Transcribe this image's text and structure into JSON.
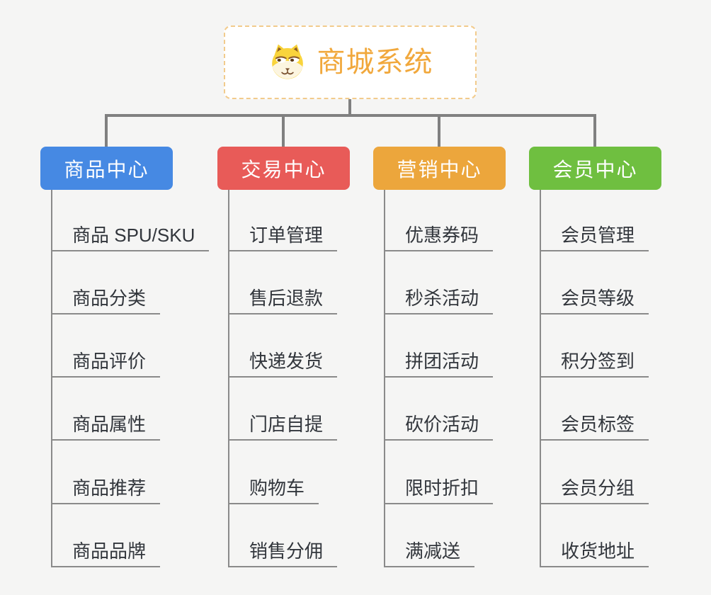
{
  "page": {
    "background": "#F5F5F4",
    "connector_color": "#808080"
  },
  "root": {
    "title": "商城系统",
    "icon": "dog-face-icon",
    "title_color": "#F1A83C",
    "border_color": "#F2CB8C"
  },
  "branches": [
    {
      "id": "product-center",
      "label": "商品中心",
      "color": "#4689E3",
      "items": [
        "商品 SPU/SKU",
        "商品分类",
        "商品评价",
        "商品属性",
        "商品推荐",
        "商品品牌"
      ]
    },
    {
      "id": "trade-center",
      "label": "交易中心",
      "color": "#E85B58",
      "items": [
        "订单管理",
        "售后退款",
        "快递发货",
        "门店自提",
        "购物车",
        "销售分佣"
      ]
    },
    {
      "id": "marketing-center",
      "label": "营销中心",
      "color": "#ECA63C",
      "items": [
        "优惠券码",
        "秒杀活动",
        "拼团活动",
        "砍价活动",
        "限时折扣",
        "满减送"
      ]
    },
    {
      "id": "member-center",
      "label": "会员中心",
      "color": "#6FBF40",
      "items": [
        "会员管理",
        "会员等级",
        "积分签到",
        "会员标签",
        "会员分组",
        "收货地址"
      ]
    }
  ]
}
